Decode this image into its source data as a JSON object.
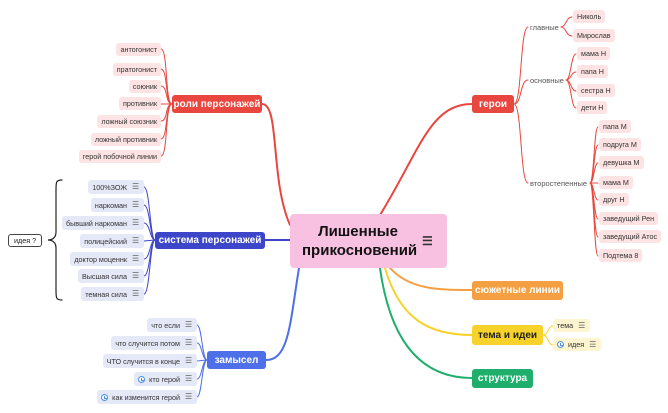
{
  "root": "Лишенные прикосновений",
  "branches": {
    "roles": {
      "title": "роли персонажей",
      "color": "#e8463e",
      "items": [
        "антогонист",
        "пратогонист",
        "союник",
        "противник",
        "ложный союзник",
        "ложный противник",
        "герой побочной линии"
      ]
    },
    "system": {
      "title": "система персонажей",
      "color": "#3d45c9",
      "items": [
        "100%ЗОЖ",
        "наркоман",
        "бывший наркоман",
        "полицейский",
        "доктор моценнк",
        "Высшая сила",
        "темная сила"
      ],
      "side_node": "идея ?"
    },
    "plot": {
      "title": "замысел",
      "color": "#4d6fe8",
      "items": [
        "что если",
        "что случится потом",
        "ЧТО случится в конце",
        "кто герой",
        "как изменится герой"
      ]
    },
    "heroes": {
      "title": "герои",
      "color": "#e8463e",
      "groups": [
        {
          "label": "главные",
          "items": [
            "Николь",
            "Мирослав"
          ]
        },
        {
          "label": "основные",
          "items": [
            "мама Н",
            "папа Н",
            "сестра Н",
            "дети Н"
          ]
        },
        {
          "label": "второстепенные",
          "items": [
            "папа М",
            "подруга М",
            "девушка М",
            "мама М",
            "друг Н",
            "заведущий Рен",
            "заведущий Атос",
            "Подтема 8"
          ]
        }
      ]
    },
    "storylines": {
      "title": "сюжетные линии",
      "color": "#f4a042"
    },
    "themes": {
      "title": "тема и идеи",
      "color": "#f6d22b",
      "items": [
        "тема",
        "идея"
      ]
    },
    "structure": {
      "title": "структура",
      "color": "#1fae6b"
    }
  }
}
